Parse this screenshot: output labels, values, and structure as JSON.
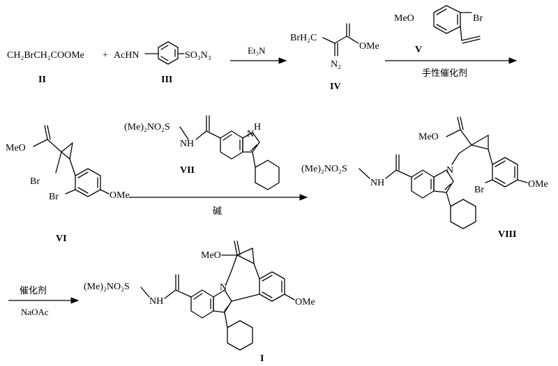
{
  "reagents": {
    "ii_formula": "CH₂BrCH₂COOMe",
    "plus": "+",
    "iii_left": "AcHN",
    "iii_right": "SO₃N₃",
    "iv_br": "BrH₂C",
    "iv_n2": "N₂",
    "iv_ome": "OMe",
    "v_meo": "MeO",
    "v_br": "Br",
    "vi_meo": "MeO",
    "vi_br1": "Br",
    "vi_br2": "Br",
    "vi_ome": "OMe",
    "vii_sulf": "(Me)₂NO₂S",
    "vii_nh": "H",
    "vii_n": "N",
    "vii_h2": "H",
    "vii_n2": "N",
    "viii_meo": "MeO",
    "viii_sulf": "(Me)₂NO₂S",
    "viii_nh": "NH",
    "viii_n": "N",
    "viii_br": "Br",
    "viii_ome": "OMe",
    "i_meo": "MeO",
    "i_sulf": "(Me)₂NO₂S",
    "i_nh": "NH",
    "i_n": "N",
    "i_ome": "OMe"
  },
  "compound_labels": {
    "II": "II",
    "III": "III",
    "IV": "IV",
    "V": "V",
    "VI": "VI",
    "VII": "VII",
    "VIII": "VIII",
    "I": "I"
  },
  "conditions": {
    "step1": "Et₃N",
    "step2": "手性催化剂",
    "step3": "碱",
    "step4_top": "催化剂",
    "step4_bottom": "NaOAc"
  }
}
